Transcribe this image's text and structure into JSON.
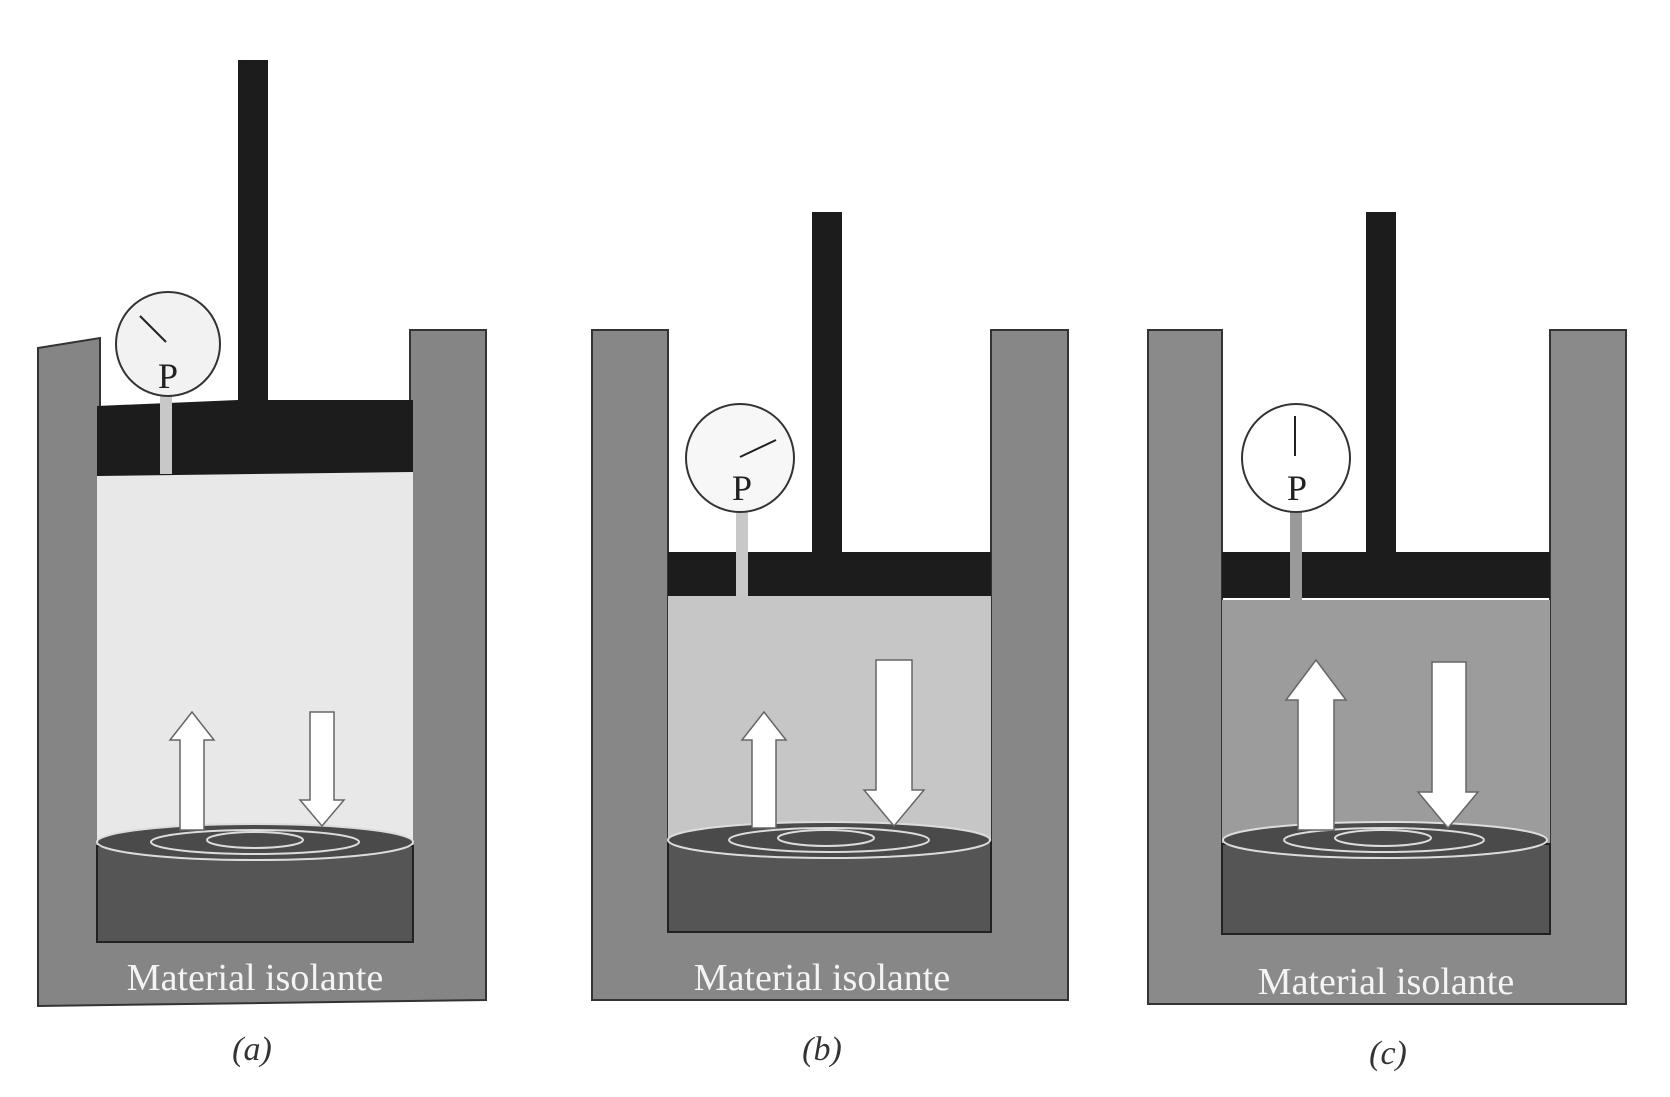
{
  "figure": {
    "panels": [
      {
        "id": "a",
        "caption": "(a)",
        "insulation_label": "Material isolante",
        "gauge_letter": "P",
        "gauge_reading": "low",
        "arrow_up_relative_length": "medium",
        "arrow_down_relative_length": "medium",
        "gas_shade": "light"
      },
      {
        "id": "b",
        "caption": "(b)",
        "insulation_label": "Material isolante",
        "gauge_letter": "P",
        "gauge_reading": "high",
        "arrow_up_relative_length": "short",
        "arrow_down_relative_length": "long",
        "gas_shade": "medium"
      },
      {
        "id": "c",
        "caption": "(c)",
        "insulation_label": "Material isolante",
        "gauge_letter": "P",
        "gauge_reading": "medium",
        "arrow_up_relative_length": "long",
        "arrow_down_relative_length": "long",
        "gas_shade": "dark"
      }
    ],
    "colors": {
      "insulation": "#8a8a8a",
      "piston": "#1c1c1c",
      "reservoir": "#565656",
      "gas_light": "#e6e6e6",
      "gas_medium": "#c4c4c4",
      "gas_dark": "#9c9c9c",
      "arrow": "#ffffff"
    }
  }
}
